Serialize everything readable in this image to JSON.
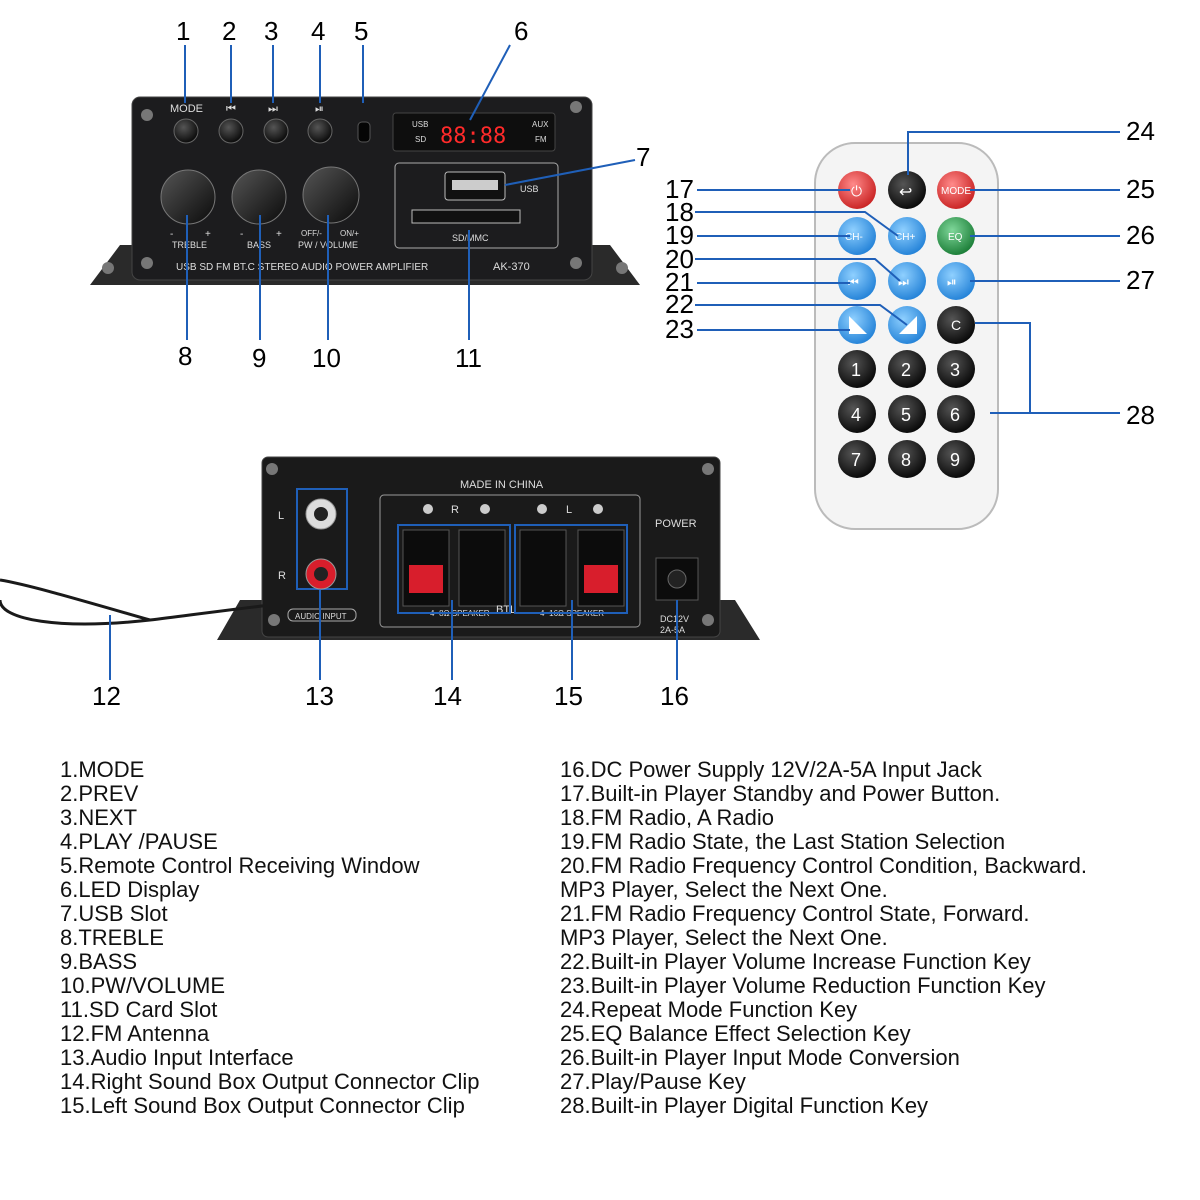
{
  "front_panel": {
    "labels": {
      "mode": "MODE",
      "usb": "USB",
      "sd": "SD",
      "aux": "AUX",
      "fm": "FM",
      "usb_slot": "USB",
      "sdmmc": "SD/MMC",
      "treble": "TREBLE",
      "bass": "BASS",
      "volume": "PW / VOLUME",
      "off": "OFF/-",
      "on": "ON/+",
      "minus": "-",
      "plus": "+",
      "product": "USB SD FM BT.C STEREO AUDIO POWER AMPLIFIER",
      "model": "AK-370",
      "display": "88:88"
    }
  },
  "rear_panel": {
    "labels": {
      "made_in": "MADE IN CHINA",
      "r": "R",
      "l": "L",
      "left_jack": "L",
      "right_jack": "R",
      "audio_input": "AUDIO INPUT",
      "speaker_r": "4~8Ω SPEAKER",
      "speaker_l": "4~16Ω SPEAKER",
      "btl": "BTL",
      "power": "POWER",
      "dc": "DC12V",
      "dc2": "2A-5A"
    }
  },
  "remote": {
    "buttons": {
      "mode": "MODE",
      "ch_minus": "CH-",
      "ch_plus": "CH+",
      "eq": "EQ",
      "c": "C",
      "d1": "1",
      "d2": "2",
      "d3": "3",
      "d4": "4",
      "d5": "5",
      "d6": "6",
      "d7": "7",
      "d8": "8",
      "d9": "9"
    }
  },
  "callouts": {
    "n1": "1",
    "n2": "2",
    "n3": "3",
    "n4": "4",
    "n5": "5",
    "n6": "6",
    "n7": "7",
    "n8": "8",
    "n9": "9",
    "n10": "10",
    "n11": "11",
    "n12": "12",
    "n13": "13",
    "n14": "14",
    "n15": "15",
    "n16": "16",
    "n17": "17",
    "n18": "18",
    "n19": "19",
    "n20": "20",
    "n21": "21",
    "n22": "22",
    "n23": "23",
    "n24": "24",
    "n25": "25",
    "n26": "26",
    "n27": "27",
    "n28": "28"
  },
  "legend_left": [
    "1.MODE",
    "2.PREV",
    "3.NEXT",
    "4.PLAY /PAUSE",
    "5.Remote Control Receiving Window",
    "6.LED Display",
    "7.USB Slot",
    "8.TREBLE",
    "9.BASS",
    "10.PW/VOLUME",
    "11.SD Card Slot",
    "12.FM Antenna",
    "13.Audio Input Interface",
    "14.Right Sound Box Output Connector Clip",
    "15.Left Sound Box Output Connector Clip"
  ],
  "legend_right": [
    "16.DC Power Supply 12V/2A-5A Input Jack",
    "17.Built-in Player Standby and Power Button.",
    "18.FM Radio, A Radio",
    "19.FM Radio State, the Last Station Selection",
    "20.FM Radio Frequency Control Condition, Backward.",
    "MP3 Player, Select the Next One.",
    "21.FM Radio Frequency Control State, Forward.",
    "MP3 Player, Select the Next One.",
    "22.Built-in Player Volume Increase Function Key",
    "23.Built-in Player Volume Reduction Function Key",
    "24.Repeat Mode Function Key",
    "25.EQ Balance Effect Selection Key",
    "26.Built-in Player  Input Mode Conversion",
    "27.Play/Pause Key",
    "28.Built-in Player Digital Function Key"
  ],
  "colors": {
    "panel": "#1c1c1e",
    "callout_line": "#1f5fb8",
    "remote_blue": "#2f8fe0",
    "remote_red": "#d62828",
    "remote_green": "#1f8a3a"
  }
}
